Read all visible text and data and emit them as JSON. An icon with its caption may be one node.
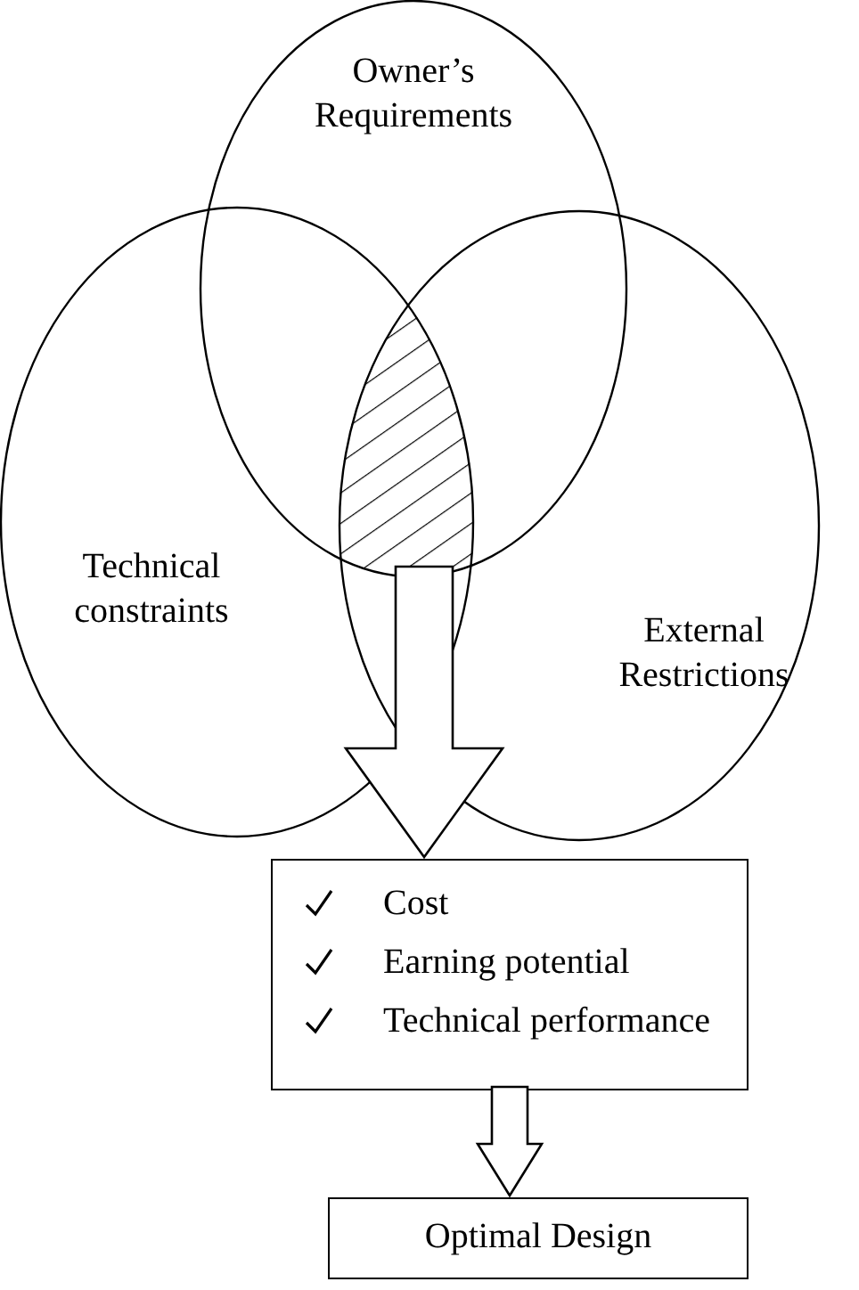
{
  "diagram": {
    "nodes": [
      {
        "text": [
          "Owner’s Requirements"
        ]
      },
      {
        "text": [
          "Technical constraints"
        ]
      },
      {
        "text": [
          "External Restrictions"
        ]
      },
      {
        "text": [],
        "shape": "lens"
      },
      {
        "text": [
          "Cost",
          "Earning potential",
          "Technical performance"
        ]
      },
      {
        "text": [
          "Optimal Design"
        ]
      }
    ],
    "edges": [
      {
        "from": 3,
        "to": 4,
        "arrow": "to",
        "style": "thick"
      },
      {
        "from": 4,
        "to": 5,
        "arrow": "to",
        "style": "thick"
      }
    ]
  }
}
